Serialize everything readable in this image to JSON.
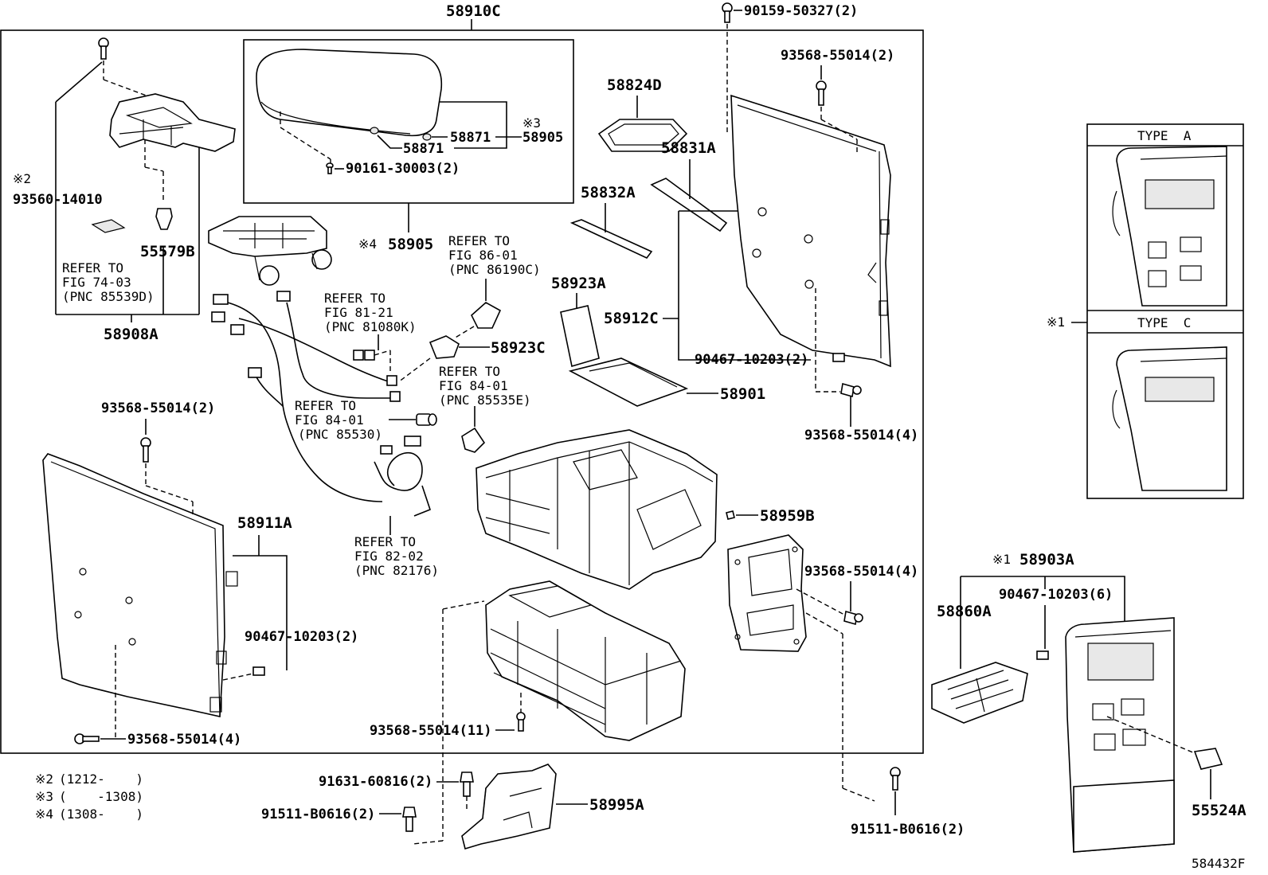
{
  "header": {
    "top_part": "58910C",
    "top_right_bolt": "90159-50327(2)"
  },
  "armrest": {
    "cover_part": "58905",
    "cover_mark": "※4",
    "note_mark": "※3",
    "pad_label_1": "58871",
    "pad_label_2": "58871",
    "pad_group": "58905",
    "screw": "90161-30003(2)"
  },
  "left_upper": {
    "mark": "※2",
    "bolt": "93560-14010",
    "clip": "55579B",
    "refer_1": "REFER TO",
    "refer_2": "FIG 74-03",
    "refer_3": "(PNC 85539D)",
    "group": "58908A"
  },
  "wiring": {
    "refer_86_1": "REFER TO",
    "refer_86_2": "FIG 86-01",
    "refer_86_3": "(PNC 86190C)",
    "refer_81_1": "REFER TO",
    "refer_81_2": "FIG 81-21",
    "refer_81_3": "(PNC 81080K)",
    "part_58923C": "58923C",
    "refer_84a_1": "REFER TO",
    "refer_84a_2": "FIG 84-01",
    "refer_84a_3": "(PNC 85535E)",
    "refer_84b_1": "REFER TO",
    "refer_84b_2": "FIG 84-01",
    "refer_84b_3": "(PNC 85530)",
    "refer_82_1": "REFER TO",
    "refer_82_2": "FIG 82-02",
    "refer_82_3": "(PNC 82176)"
  },
  "upper_middle": {
    "tray": "58824D",
    "part_58832A": "58832A",
    "part_58831A": "58831A",
    "part_58923A": "58923A",
    "part_58912C": "58912C",
    "part_58901": "58901"
  },
  "right_panel": {
    "bolt_top": "93568-55014(2)",
    "clip": "90467-10203(2)",
    "bolt_bottom": "93568-55014(4)"
  },
  "left_panel": {
    "bolt_top": "93568-55014(2)",
    "part": "58911A",
    "clip": "90467-10203(2)",
    "bolt_bottom": "93568-55014(4)"
  },
  "center": {
    "part_58959B": "58959B",
    "bolt_bracket": "93568-55014(4)",
    "bolt_box": "93568-55014(11)"
  },
  "bottom": {
    "bolt_91631": "91631-60816(2)",
    "bolt_91511_left": "91511-B0616(2)",
    "bracket": "58995A",
    "bolt_91511_right": "91511-B0616(2)"
  },
  "notes": [
    {
      "mark": "※2",
      "text": "(1212-    )"
    },
    {
      "mark": "※3",
      "text": "(    -1308)"
    },
    {
      "mark": "※4",
      "text": "(1308-    )"
    }
  ],
  "types": {
    "mark": "※1",
    "type_a": "TYPE  A",
    "type_c": "TYPE  C"
  },
  "rear_panel": {
    "group_mark": "※1",
    "group": "58903A",
    "clip": "90467-10203(6)",
    "vent": "58860A",
    "switch": "55524A"
  },
  "figure_id": "584432F"
}
